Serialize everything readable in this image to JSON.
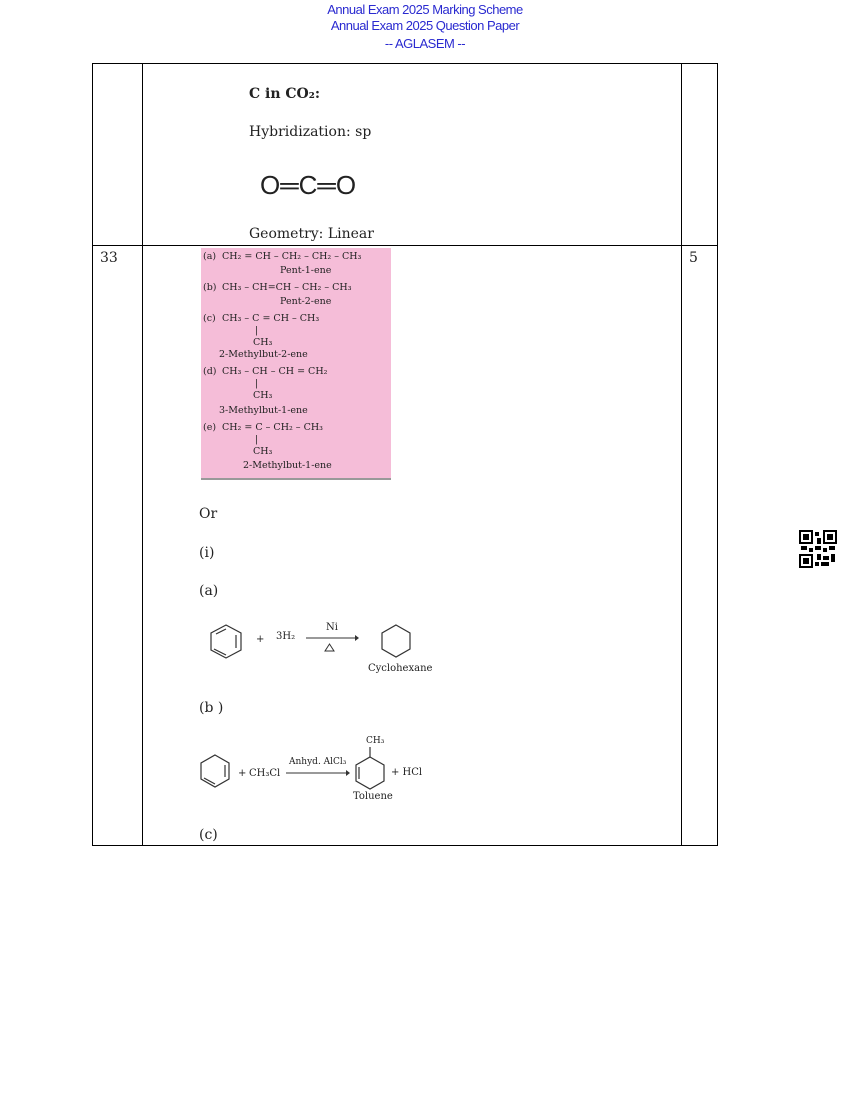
{
  "header": {
    "title_a": "Annual Exam 2025 Marking Scheme",
    "title_b": "Annual Exam 2025 Question Paper",
    "source": "-- AGLASEM --"
  },
  "row1": {
    "heading": "C in CO₂:",
    "hybridization": "Hybridization: sp",
    "structure": "O═C═O",
    "geometry": "Geometry: Linear"
  },
  "row2": {
    "qno": "33",
    "marks": "5",
    "isomers": [
      {
        "label": "(a)",
        "formula": "CH₂ = CH – CH₂ – CH₂ – CH₃",
        "branch": "",
        "name": "Pent-1-ene"
      },
      {
        "label": "(b)",
        "formula": "CH₃ – CH=CH  – CH₂ – CH₃",
        "branch": "",
        "name": "Pent-2-ene"
      },
      {
        "label": "(c)",
        "formula": "CH₃ – C = CH – CH₃",
        "branch": "CH₃",
        "name": "2-Methylbut-2-ene"
      },
      {
        "label": "(d)",
        "formula": "CH₃ – CH – CH = CH₂",
        "branch": "CH₃",
        "name": "3-Methylbut-1-ene"
      },
      {
        "label": "(e)",
        "formula": "CH₂ = C – CH₂ – CH₃",
        "branch": "CH₃",
        "name": "2-Methylbut-1-ene"
      }
    ],
    "or": "Or",
    "i": "(i)",
    "a": "(a)",
    "rxn_a": {
      "plus": "+",
      "reagent": "3H₂",
      "catalyst": "Ni",
      "condition": "Δ",
      "product": "Cyclohexane"
    },
    "b": "(b )",
    "rxn_b": {
      "plus": "+",
      "reagent": "CH₃Cl",
      "catalyst": "Anhyd. AlCl₃",
      "substituent": "CH₃",
      "byproduct": "+ HCl",
      "product": "Toluene"
    },
    "c": "(c)"
  }
}
